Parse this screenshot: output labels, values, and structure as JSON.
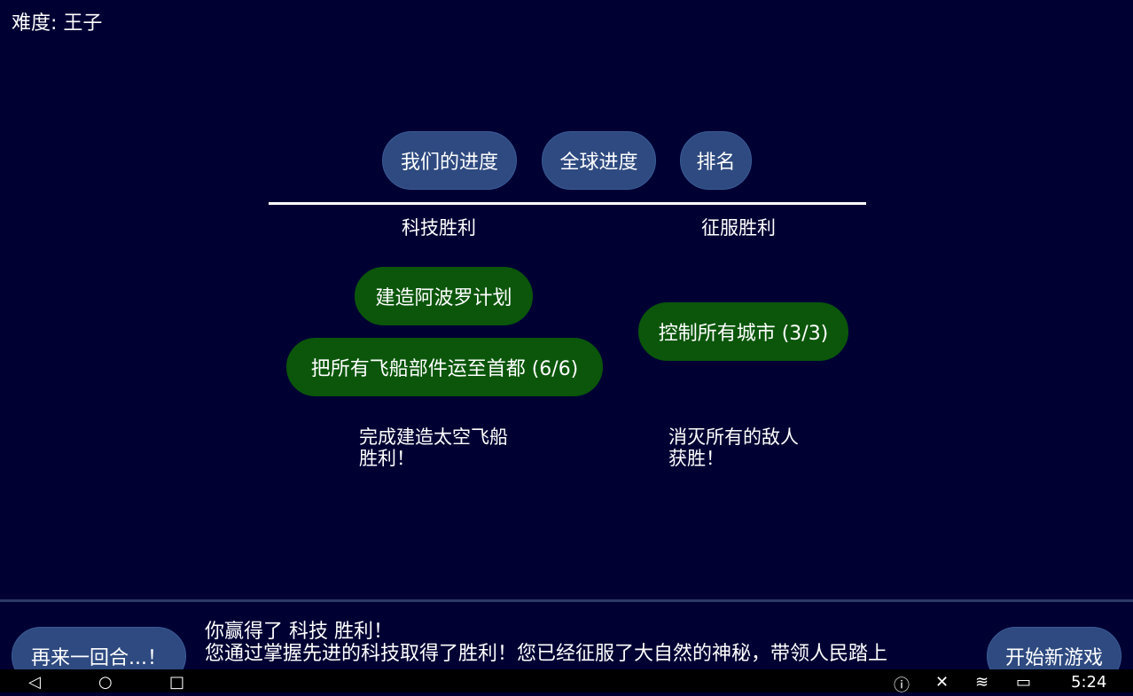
{
  "difficulty": "难度: 王子",
  "tabs": [
    "我们的进度",
    "全球进度",
    "排名"
  ],
  "columns": [
    {
      "title": "科技胜利",
      "goals": [
        "建造阿波罗计划",
        "把所有飞船部件运至首都 (6/6)"
      ],
      "description": [
        "完成建造太空飞船",
        "胜利！"
      ]
    },
    {
      "title": "征服胜利",
      "goals": [
        "控制所有城市 (3/3)"
      ],
      "description": [
        "消灭所有的敌人",
        "获胜！"
      ]
    }
  ],
  "footer": {
    "one_more_turn": "再来一回合...！",
    "new_game": "开始新游戏",
    "message_line1": "你赢得了 科技 胜利！",
    "message_line2": "您通过掌握先进的科技取得了胜利！您已经征服了大自然的神秘，带领人民踏上"
  },
  "status": {
    "time": "5:24"
  }
}
